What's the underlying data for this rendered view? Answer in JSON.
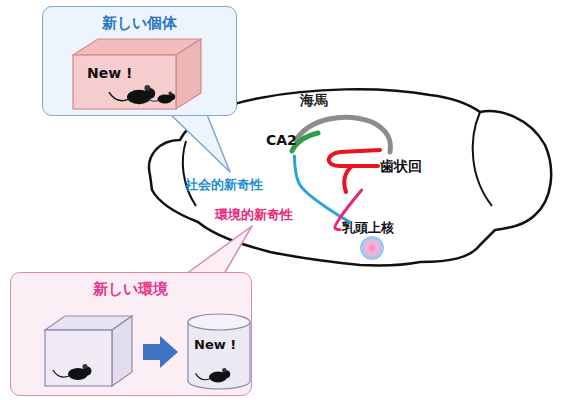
{
  "diagram": {
    "nodes": [
      {
        "text": [
          "新しい個体"
        ]
      },
      {
        "text": [
          "New !"
        ],
        "in": 0
      },
      {
        "text": [
          "新しい環境"
        ]
      },
      {
        "text": [
          "New !"
        ],
        "in": 2
      },
      {
        "text": [
          "CA2"
        ]
      },
      {
        "text": [
          "歯状回"
        ]
      },
      {
        "text": [
          "乳頭上核"
        ]
      }
    ],
    "edges": [
      {
        "from": 6,
        "to": 4,
        "label": "社会的新奇性",
        "arrow": "none"
      },
      {
        "from": 6,
        "to": 5,
        "label": "環境的新奇性",
        "arrow": "none"
      }
    ],
    "labels": [
      "海馬"
    ]
  }
}
